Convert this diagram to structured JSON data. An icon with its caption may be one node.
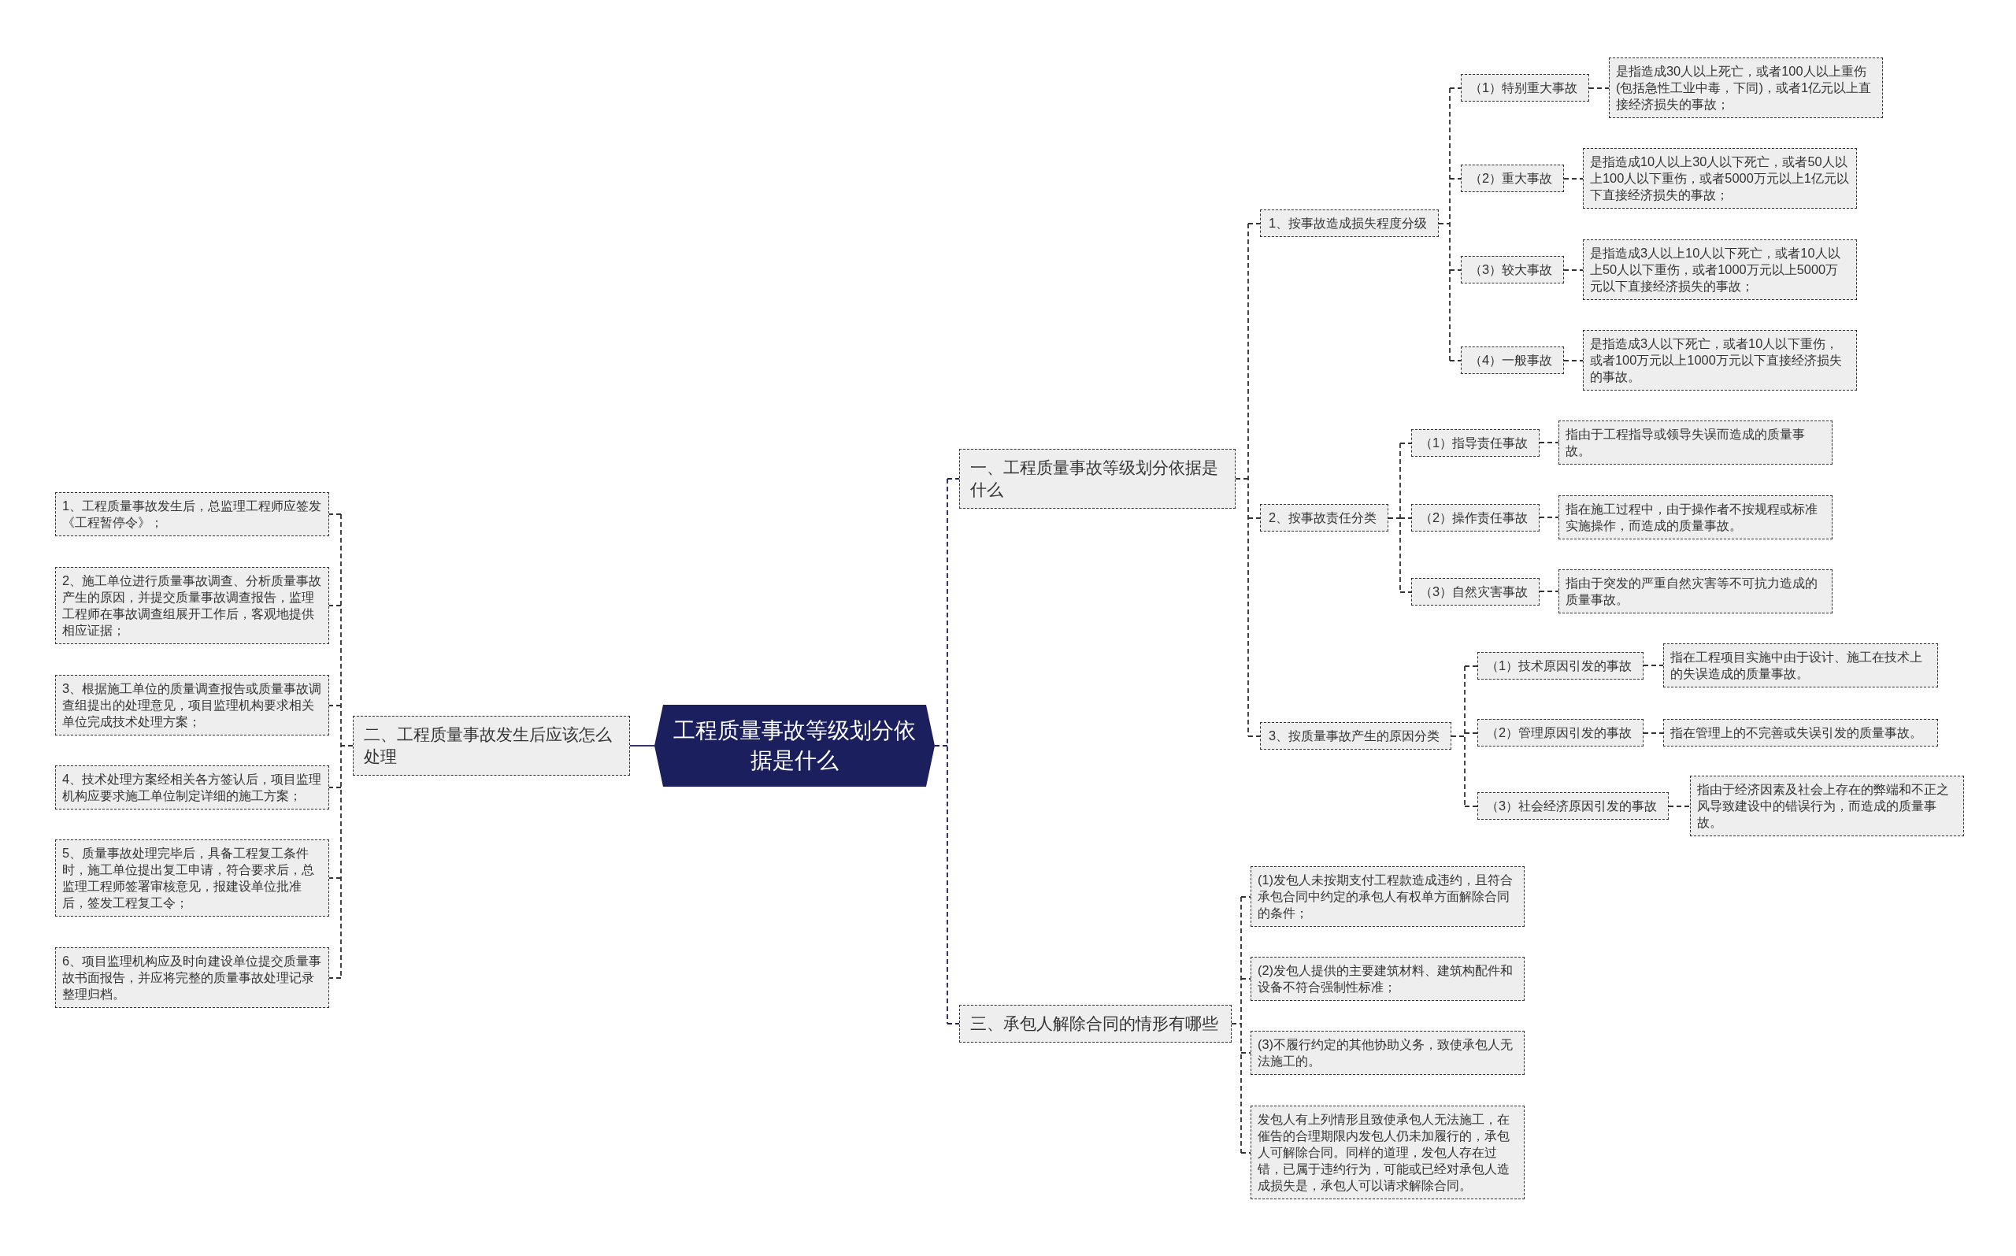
{
  "diagram": {
    "nodes": [
      {
        "text": [
          "工程质量事故等级划分依据是什么"
        ]
      },
      {
        "text": [
          "一、工程质量事故等级划分依据是什么"
        ]
      },
      {
        "text": [
          "1、按事故造成损失程度分级"
        ]
      },
      {
        "text": [
          "（1）特别重大事故"
        ]
      },
      {
        "text": [
          "是指造成30人以上死亡，或者100人以上重伤(包括急性工业中毒，下同)，或者1亿元以上直接经济损失的事故；"
        ]
      },
      {
        "text": [
          "（2）重大事故"
        ]
      },
      {
        "text": [
          "是指造成10人以上30人以下死亡，或者50人以上100人以下重伤，或者5000万元以上1亿元以下直接经济损失的事故；"
        ]
      },
      {
        "text": [
          "（3）较大事故"
        ]
      },
      {
        "text": [
          "是指造成3人以上10人以下死亡，或者10人以上50人以下重伤，或者1000万元以上5000万元以下直接经济损失的事故；"
        ]
      },
      {
        "text": [
          "（4）一般事故"
        ]
      },
      {
        "text": [
          "是指造成3人以下死亡，或者10人以下重伤，或者100万元以上1000万元以下直接经济损失的事故。"
        ]
      },
      {
        "text": [
          "2、按事故责任分类"
        ]
      },
      {
        "text": [
          "（1）指导责任事故"
        ]
      },
      {
        "text": [
          "指由于工程指导或领导失误而造成的质量事故。"
        ]
      },
      {
        "text": [
          "（2）操作责任事故"
        ]
      },
      {
        "text": [
          "指在施工过程中，由于操作者不按规程或标准实施操作，而造成的质量事故。"
        ]
      },
      {
        "text": [
          "（3）自然灾害事故"
        ]
      },
      {
        "text": [
          "指由于突发的严重自然灾害等不可抗力造成的质量事故。"
        ]
      },
      {
        "text": [
          "3、按质量事故产生的原因分类"
        ]
      },
      {
        "text": [
          "（1）技术原因引发的事故"
        ]
      },
      {
        "text": [
          "指在工程项目实施中由于设计、施工在技术上的失误造成的质量事故。"
        ]
      },
      {
        "text": [
          "（2）管理原因引发的事故"
        ]
      },
      {
        "text": [
          "指在管理上的不完善或失误引发的质量事故。"
        ]
      },
      {
        "text": [
          "（3）社会经济原因引发的事故"
        ]
      },
      {
        "text": [
          "指由于经济因素及社会上存在的弊端和不正之风导致建设中的错误行为，而造成的质量事故。"
        ]
      },
      {
        "text": [
          "三、承包人解除合同的情形有哪些"
        ]
      },
      {
        "text": [
          "(1)发包人未按期支付工程款造成违约，且符合承包合同中约定的承包人有权单方面解除合同的条件；"
        ]
      },
      {
        "text": [
          "(2)发包人提供的主要建筑材料、建筑构配件和设备不符合强制性标准；"
        ]
      },
      {
        "text": [
          "(3)不履行约定的其他协助义务，致使承包人无法施工的。"
        ]
      },
      {
        "text": [
          "发包人有上列情形且致使承包人无法施工，在催告的合理期限内发包人仍未加履行的，承包人可解除合同。同样的道理，发包人存在过错，已属于违约行为，可能或已经对承包人造成损失是，承包人可以请求解除合同。"
        ]
      },
      {
        "text": [
          "二、工程质量事故发生后应该怎么处理"
        ]
      },
      {
        "text": [
          "1、工程质量事故发生后，总监理工程师应签发《工程暂停令》；"
        ]
      },
      {
        "text": [
          "2、施工单位进行质量事故调查、分析质量事故产生的原因，并提交质量事故调查报告，监理工程师在事故调查组展开工作后，客观地提供相应证据；"
        ]
      },
      {
        "text": [
          "3、根据施工单位的质量调查报告或质量事故调查组提出的处理意见，项目监理机构要求相关单位完成技术处理方案；"
        ]
      },
      {
        "text": [
          "4、技术处理方案经相关各方签认后，项目监理机构应要求施工单位制定详细的施工方案；"
        ]
      },
      {
        "text": [
          "5、质量事故处理完毕后，具备工程复工条件时，施工单位提出复工申请，符合要求后，总监理工程师签署审核意见，报建设单位批准后，签发工程复工令；"
        ]
      },
      {
        "text": [
          "6、项目监理机构应及时向建设单位提交质量事故书面报告，并应将完整的质量事故处理记录整理归档。"
        ]
      }
    ],
    "edges": [
      {
        "from": 0,
        "to": 1,
        "arrow": "none",
        "style": "dashed",
        "color": "#1b1f5e"
      },
      {
        "from": 0,
        "to": 25,
        "arrow": "none",
        "style": "dashed",
        "color": "#1b1f5e"
      },
      {
        "from": 0,
        "to": 30,
        "arrow": "none",
        "color": "#1b1f5e"
      },
      {
        "from": 1,
        "to": 2,
        "arrow": "none",
        "style": "dashed"
      },
      {
        "from": 1,
        "to": 11,
        "arrow": "none",
        "style": "dashed"
      },
      {
        "from": 1,
        "to": 18,
        "arrow": "none",
        "style": "dashed"
      },
      {
        "from": 2,
        "to": 3,
        "arrow": "none",
        "style": "dashed"
      },
      {
        "from": 2,
        "to": 5,
        "arrow": "none",
        "style": "dashed"
      },
      {
        "from": 2,
        "to": 7,
        "arrow": "none",
        "style": "dashed"
      },
      {
        "from": 2,
        "to": 9,
        "arrow": "none",
        "style": "dashed"
      },
      {
        "from": 3,
        "to": 4,
        "arrow": "none",
        "style": "dashed"
      },
      {
        "from": 5,
        "to": 6,
        "arrow": "none",
        "style": "dashed"
      },
      {
        "from": 7,
        "to": 8,
        "arrow": "none",
        "style": "dashed"
      },
      {
        "from": 9,
        "to": 10,
        "arrow": "none",
        "style": "dashed"
      },
      {
        "from": 11,
        "to": 12,
        "arrow": "none",
        "style": "dashed"
      },
      {
        "from": 11,
        "to": 14,
        "arrow": "none",
        "style": "dashed"
      },
      {
        "from": 11,
        "to": 16,
        "arrow": "none",
        "style": "dashed"
      },
      {
        "from": 12,
        "to": 13,
        "arrow": "none",
        "style": "dashed"
      },
      {
        "from": 14,
        "to": 15,
        "arrow": "none",
        "style": "dashed"
      },
      {
        "from": 16,
        "to": 17,
        "arrow": "none",
        "style": "dashed"
      },
      {
        "from": 18,
        "to": 19,
        "arrow": "none",
        "style": "dashed"
      },
      {
        "from": 18,
        "to": 21,
        "arrow": "none",
        "style": "dashed"
      },
      {
        "from": 18,
        "to": 23,
        "arrow": "none",
        "style": "dashed"
      },
      {
        "from": 19,
        "to": 20,
        "arrow": "none",
        "style": "dashed"
      },
      {
        "from": 21,
        "to": 22,
        "arrow": "none",
        "style": "dashed"
      },
      {
        "from": 23,
        "to": 24,
        "arrow": "none",
        "style": "dashed"
      },
      {
        "from": 25,
        "to": 26,
        "arrow": "none",
        "style": "dashed"
      },
      {
        "from": 25,
        "to": 27,
        "arrow": "none",
        "style": "dashed"
      },
      {
        "from": 25,
        "to": 28,
        "arrow": "none",
        "style": "dashed"
      },
      {
        "from": 25,
        "to": 29,
        "arrow": "none",
        "style": "dashed"
      },
      {
        "from": 30,
        "to": 31,
        "arrow": "none",
        "style": "dashed"
      },
      {
        "from": 30,
        "to": 32,
        "arrow": "none",
        "style": "dashed"
      },
      {
        "from": 30,
        "to": 33,
        "arrow": "none",
        "style": "dashed"
      },
      {
        "from": 30,
        "to": 34,
        "arrow": "none",
        "style": "dashed"
      },
      {
        "from": 30,
        "to": 35,
        "arrow": "none",
        "style": "dashed"
      },
      {
        "from": 30,
        "to": 36,
        "arrow": "none",
        "style": "dashed"
      }
    ]
  }
}
